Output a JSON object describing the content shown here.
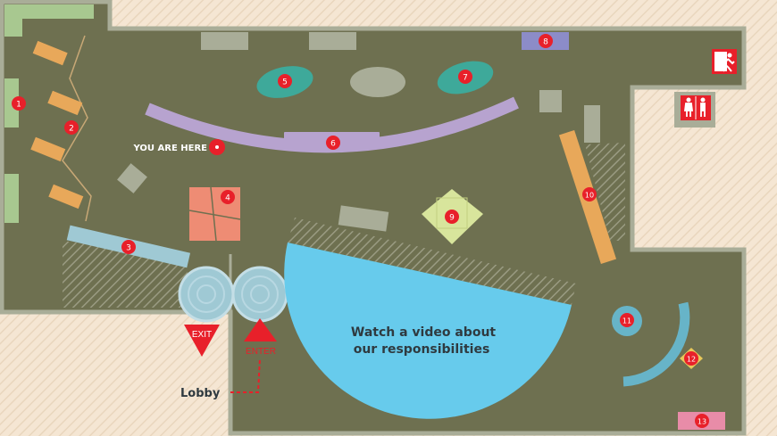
{
  "labels": {
    "you_are_here": "YOU ARE HERE",
    "exit": "EXIT",
    "enter": "ENTER",
    "lobby": "Lobby",
    "video_line1": "Watch a video about",
    "video_line2": "our responsibilities"
  },
  "markers": [
    "1",
    "2",
    "3",
    "4",
    "5",
    "6",
    "7",
    "8",
    "9",
    "10",
    "11",
    "12",
    "13"
  ],
  "colors": {
    "floor": "#6e7050",
    "wall": "#a9ad98",
    "outside": "#f5e6d3",
    "marker": "#e8202a",
    "video_area": "#67cbec",
    "purple_path": "#b7a3cf",
    "teal": "#3ea99a",
    "orange": "#e8a85a",
    "salmon": "#ee8c74",
    "green_wall": "#a8c890"
  },
  "icons": [
    "exit-sign-icon",
    "restroom-icon"
  ]
}
